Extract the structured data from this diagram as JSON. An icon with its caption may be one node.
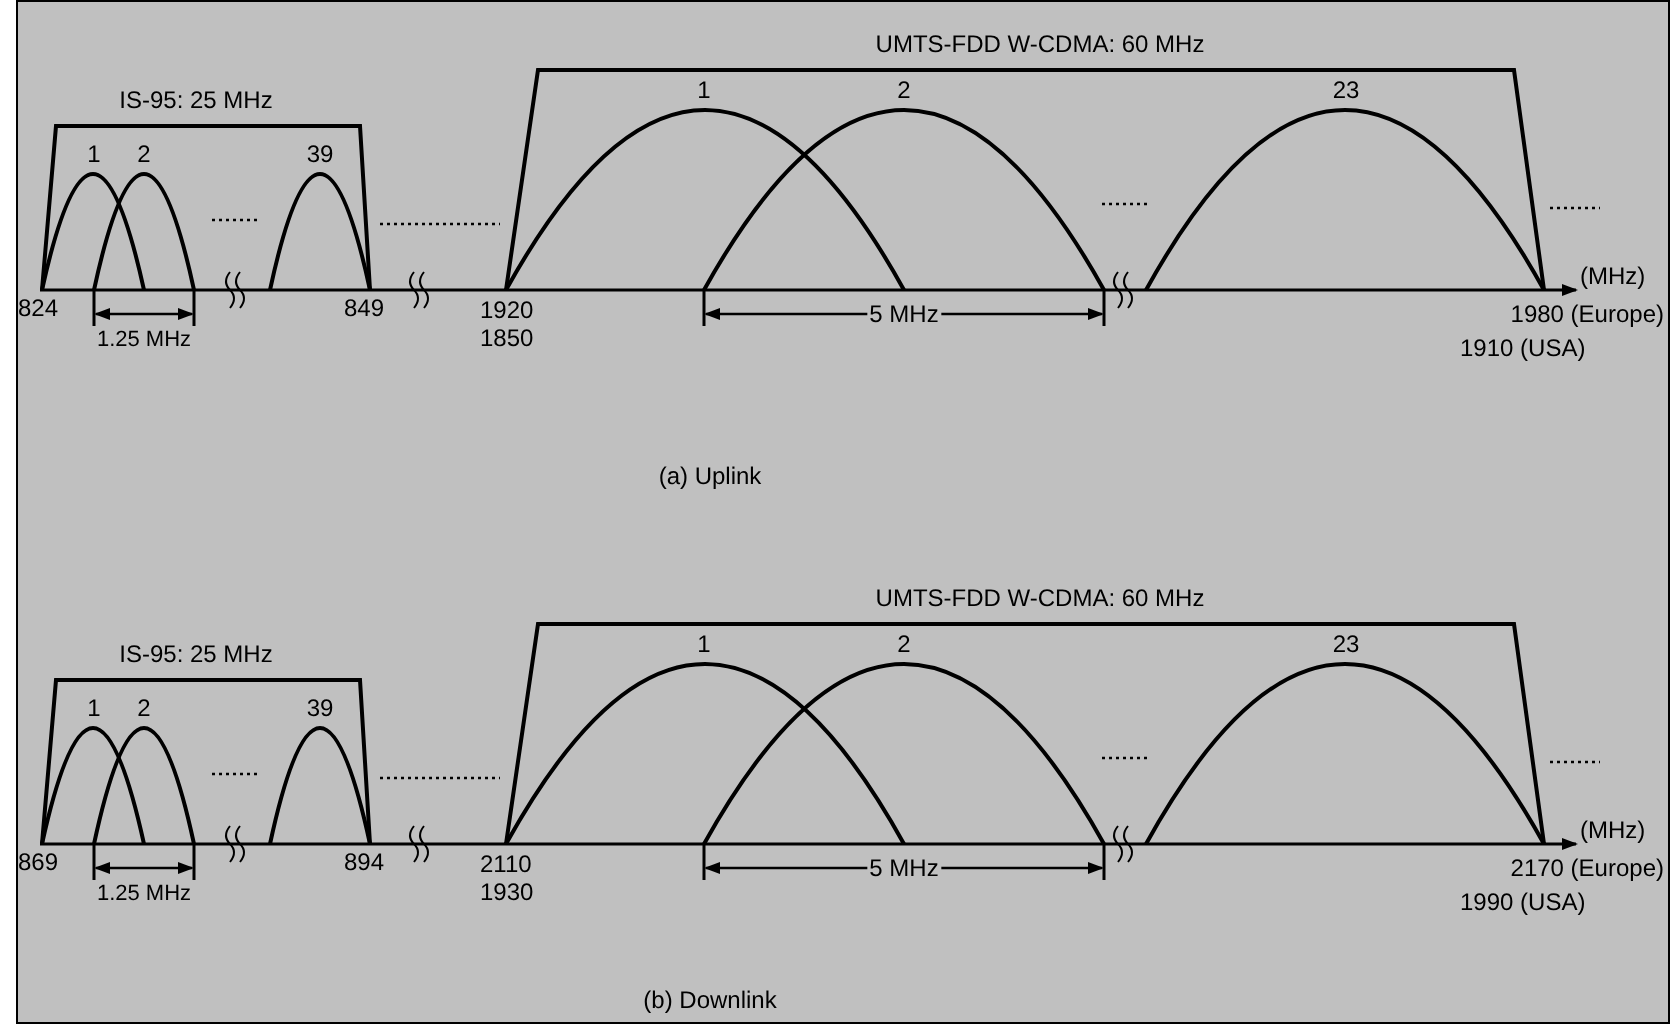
{
  "diagram": {
    "labels": [
      "UMTS-FDD W-CDMA: 60 MHz",
      "IS-95: 25 MHz",
      "1",
      "2",
      "39",
      "1",
      "2",
      "23",
      "(MHz)",
      "824",
      "849",
      "1920",
      "1850",
      "1980 (Europe)",
      "1910 (USA)",
      "1.25 MHz",
      "5 MHz",
      "(a) Uplink",
      "UMTS-FDD W-CDMA: 60 MHz",
      "IS-95: 25 MHz",
      "1",
      "2",
      "39",
      "1",
      "2",
      "23",
      "(MHz)",
      "869",
      "894",
      "2110",
      "1930",
      "2170 (Europe)",
      "1990 (USA)",
      "1.25 MHz",
      "5 MHz",
      "(b) Downlink"
    ]
  }
}
